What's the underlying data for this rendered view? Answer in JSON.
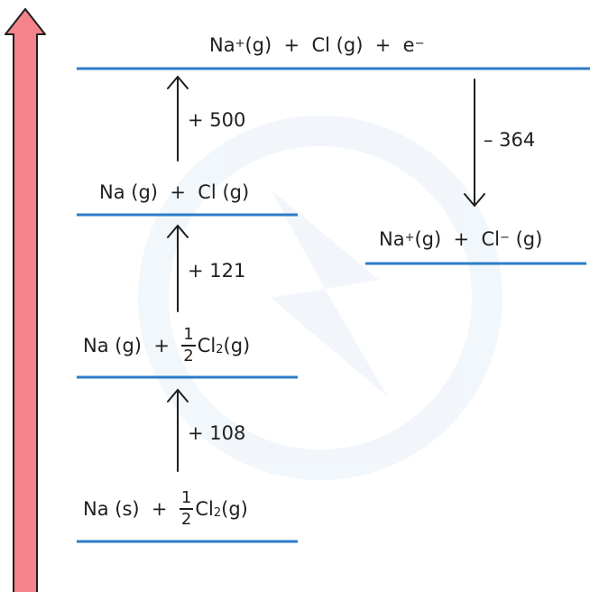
{
  "colors": {
    "level_line": "#2b7cc9",
    "energy_arrow_fill": "#f4838c",
    "energy_arrow_stroke": "#1f1f1f",
    "text": "#1f1f1f",
    "watermark": "#e8f0f8"
  },
  "levels": {
    "top": {
      "ion": "Na",
      "ion_charge": "+",
      "rest": "(g)  +  Cl (g)  +  e",
      "electron_charge": "−"
    },
    "atoms": {
      "text": "Na (g)  +  Cl (g)"
    },
    "ions": {
      "ion": "Na",
      "ion_charge": "+",
      "mid": "(g)  +  Cl",
      "anion_charge": "−",
      "end": " (g)"
    },
    "half_cl2": {
      "pre": "Na (g)  +  ",
      "num": "1",
      "den": "2",
      "cl": "Cl",
      "sub": "2",
      "post": "(g)"
    },
    "standard": {
      "pre": "Na (s)  +  ",
      "num": "1",
      "den": "2",
      "cl": "Cl",
      "sub": "2",
      "post": "(g)"
    }
  },
  "changes": {
    "ionisation": "+ 500",
    "atomisation_cl": "+ 121",
    "atomisation_na": "+ 108",
    "electron_affinity": "– 364"
  }
}
